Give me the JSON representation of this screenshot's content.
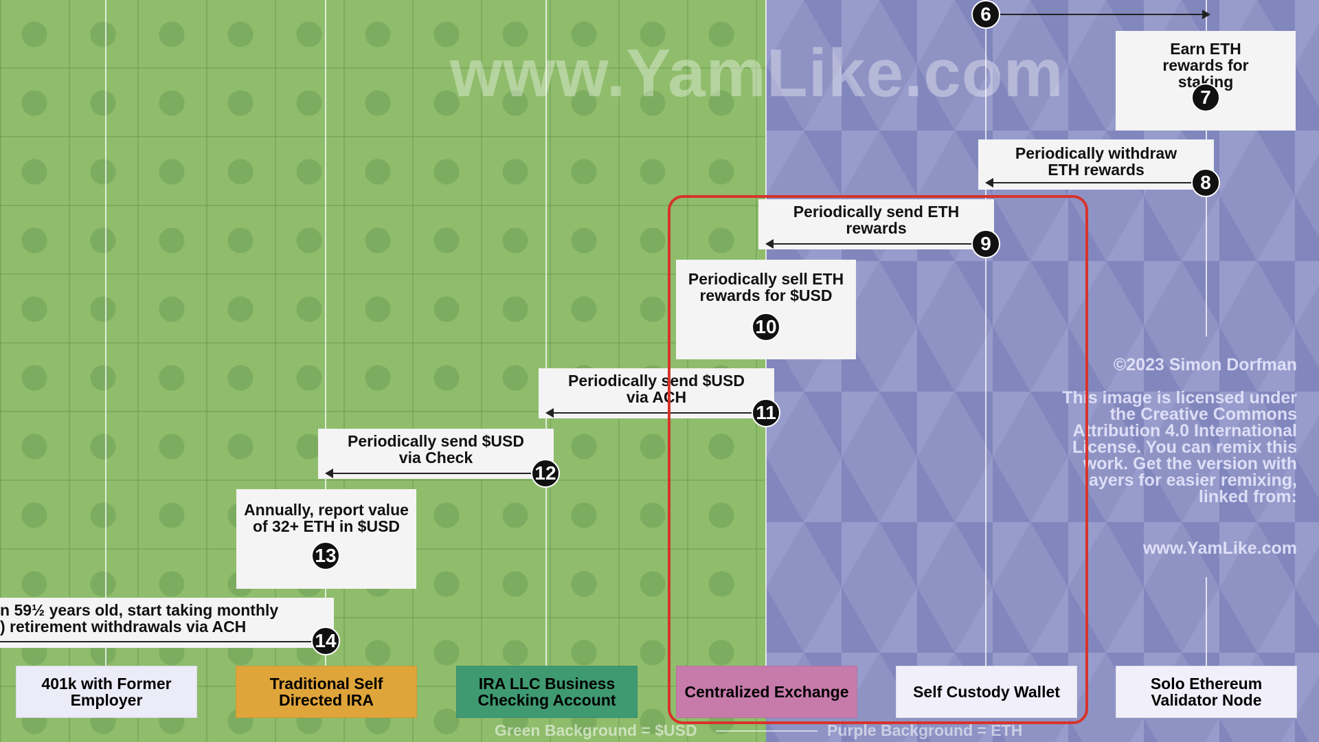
{
  "watermark": "www.YamLike.com",
  "steps": {
    "s6": {
      "num": "6"
    },
    "s7": {
      "text": "Earn ETH rewards for staking",
      "num": "7"
    },
    "s8": {
      "text": "Periodically withdraw ETH rewards",
      "num": "8"
    },
    "s9": {
      "text": "Periodically send ETH rewards",
      "num": "9"
    },
    "s10": {
      "text": "Periodically sell ETH rewards for $USD",
      "num": "10"
    },
    "s11": {
      "text": "Periodically send $USD via ACH",
      "num": "11"
    },
    "s12": {
      "text": "Periodically send $USD via Check",
      "num": "12"
    },
    "s13": {
      "text": "Annually, report value of 32+ ETH in $USD",
      "num": "13"
    },
    "s14": {
      "text": "n 59½ years old, start taking monthly\n) retirement withdrawals via ACH",
      "num": "14"
    }
  },
  "actors": [
    {
      "label": "401k with Former Employer",
      "color": "#ecebf8"
    },
    {
      "label": "Traditional Self Directed IRA",
      "color": "#e0a53a"
    },
    {
      "label": "IRA LLC Business Checking Account",
      "color": "#3f9a72"
    },
    {
      "label": "Centralized Exchange",
      "color": "#c77bab"
    },
    {
      "label": "Self Custody Wallet",
      "color": "#f1f0fa"
    },
    {
      "label": "Solo  Ethereum Validator Node",
      "color": "#f1f0fa"
    }
  ],
  "copyright": {
    "line1": "©2023 Simon Dorfman",
    "line2": "This image is licensed under the Creative Commons Attribution 4.0 International License. You can remix this work. Get the version with layers for easier remixing, linked from:",
    "line3": "www.YamLike.com"
  },
  "legend": {
    "green": "Green Background = $USD",
    "purple": "Purple Background = ETH"
  }
}
